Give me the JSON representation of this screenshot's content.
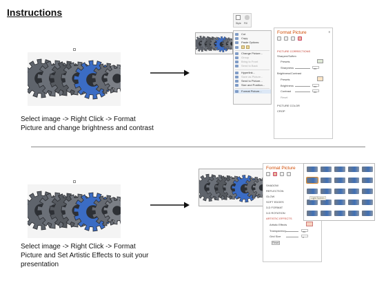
{
  "title": "Instructions",
  "step1": {
    "caption": "Select image -> Right Click -> Format Picture and change brightness and contrast",
    "ribbon": {
      "style_label": "Style",
      "fill_label": "Fill"
    },
    "context_menu": {
      "items": [
        {
          "label": "Cut",
          "state": "normal",
          "icon": "scissors-icon"
        },
        {
          "label": "Copy",
          "state": "normal",
          "icon": "copy-icon"
        },
        {
          "label": "Paste Options:",
          "state": "normal",
          "icon": "clipboard-icon"
        },
        {
          "label": "",
          "state": "paste-icons",
          "icon": "paste-icon"
        },
        {
          "label": "Change Picture...",
          "state": "normal",
          "icon": "picture-icon"
        },
        {
          "label": "Group",
          "state": "dim",
          "icon": "group-icon"
        },
        {
          "label": "Bring to Front",
          "state": "dim",
          "icon": "bring-front-icon"
        },
        {
          "label": "Send to Back",
          "state": "dim",
          "icon": "send-back-icon"
        },
        {
          "label": "Hyperlink...",
          "state": "normal",
          "icon": "link-icon"
        },
        {
          "label": "Save as Picture...",
          "state": "dim",
          "icon": "save-icon"
        },
        {
          "label": "Send to Picture...",
          "state": "normal",
          "icon": "send-icon"
        },
        {
          "label": "Size and Position...",
          "state": "normal",
          "icon": "size-icon"
        },
        {
          "label": "Format Picture...",
          "state": "hl",
          "icon": "format-picture-icon"
        }
      ]
    },
    "format_panel": {
      "title": "Format Picture",
      "close": "x",
      "section_corrections": "PICTURE CORRECTIONS",
      "sharpen_soften": "Sharpen/Soften",
      "presets": "Presets",
      "sharpness": "Sharpness",
      "sharpness_value": "0%",
      "brightness_contrast": "Brightness/Contrast",
      "presets2": "Presets",
      "brightness": "Brightness",
      "brightness_value": "0%",
      "contrast": "Contrast",
      "contrast_value": "0%",
      "reset": "Reset",
      "section_color": "PICTURE COLOR",
      "section_crop": "CROP"
    }
  },
  "step2": {
    "caption": "Select image -> Right Click -> Format Picture and Set Artistic Effects to suit your presentation",
    "format_panel": {
      "title": "Format Picture",
      "close": "x",
      "sections": [
        "SHADOW",
        "REFLECTION",
        "GLOW",
        "SOFT EDGES",
        "3-D FORMAT",
        "3-D ROTATION",
        "ARTISTIC EFFECTS"
      ],
      "artistic_effects": "Artistic Effects",
      "transparency": "Transparency",
      "transparency_value": "0%",
      "grid_size": "Grid Size",
      "grid_size_value": "0",
      "reset": "Reset"
    },
    "gallery": {
      "tooltip": "Light Screen"
    }
  },
  "colors": {
    "accent": "#d04a02",
    "gear_blue": "#3b6cc4",
    "gear_gray": "#5f646c",
    "divider": "#8a8a8a"
  }
}
